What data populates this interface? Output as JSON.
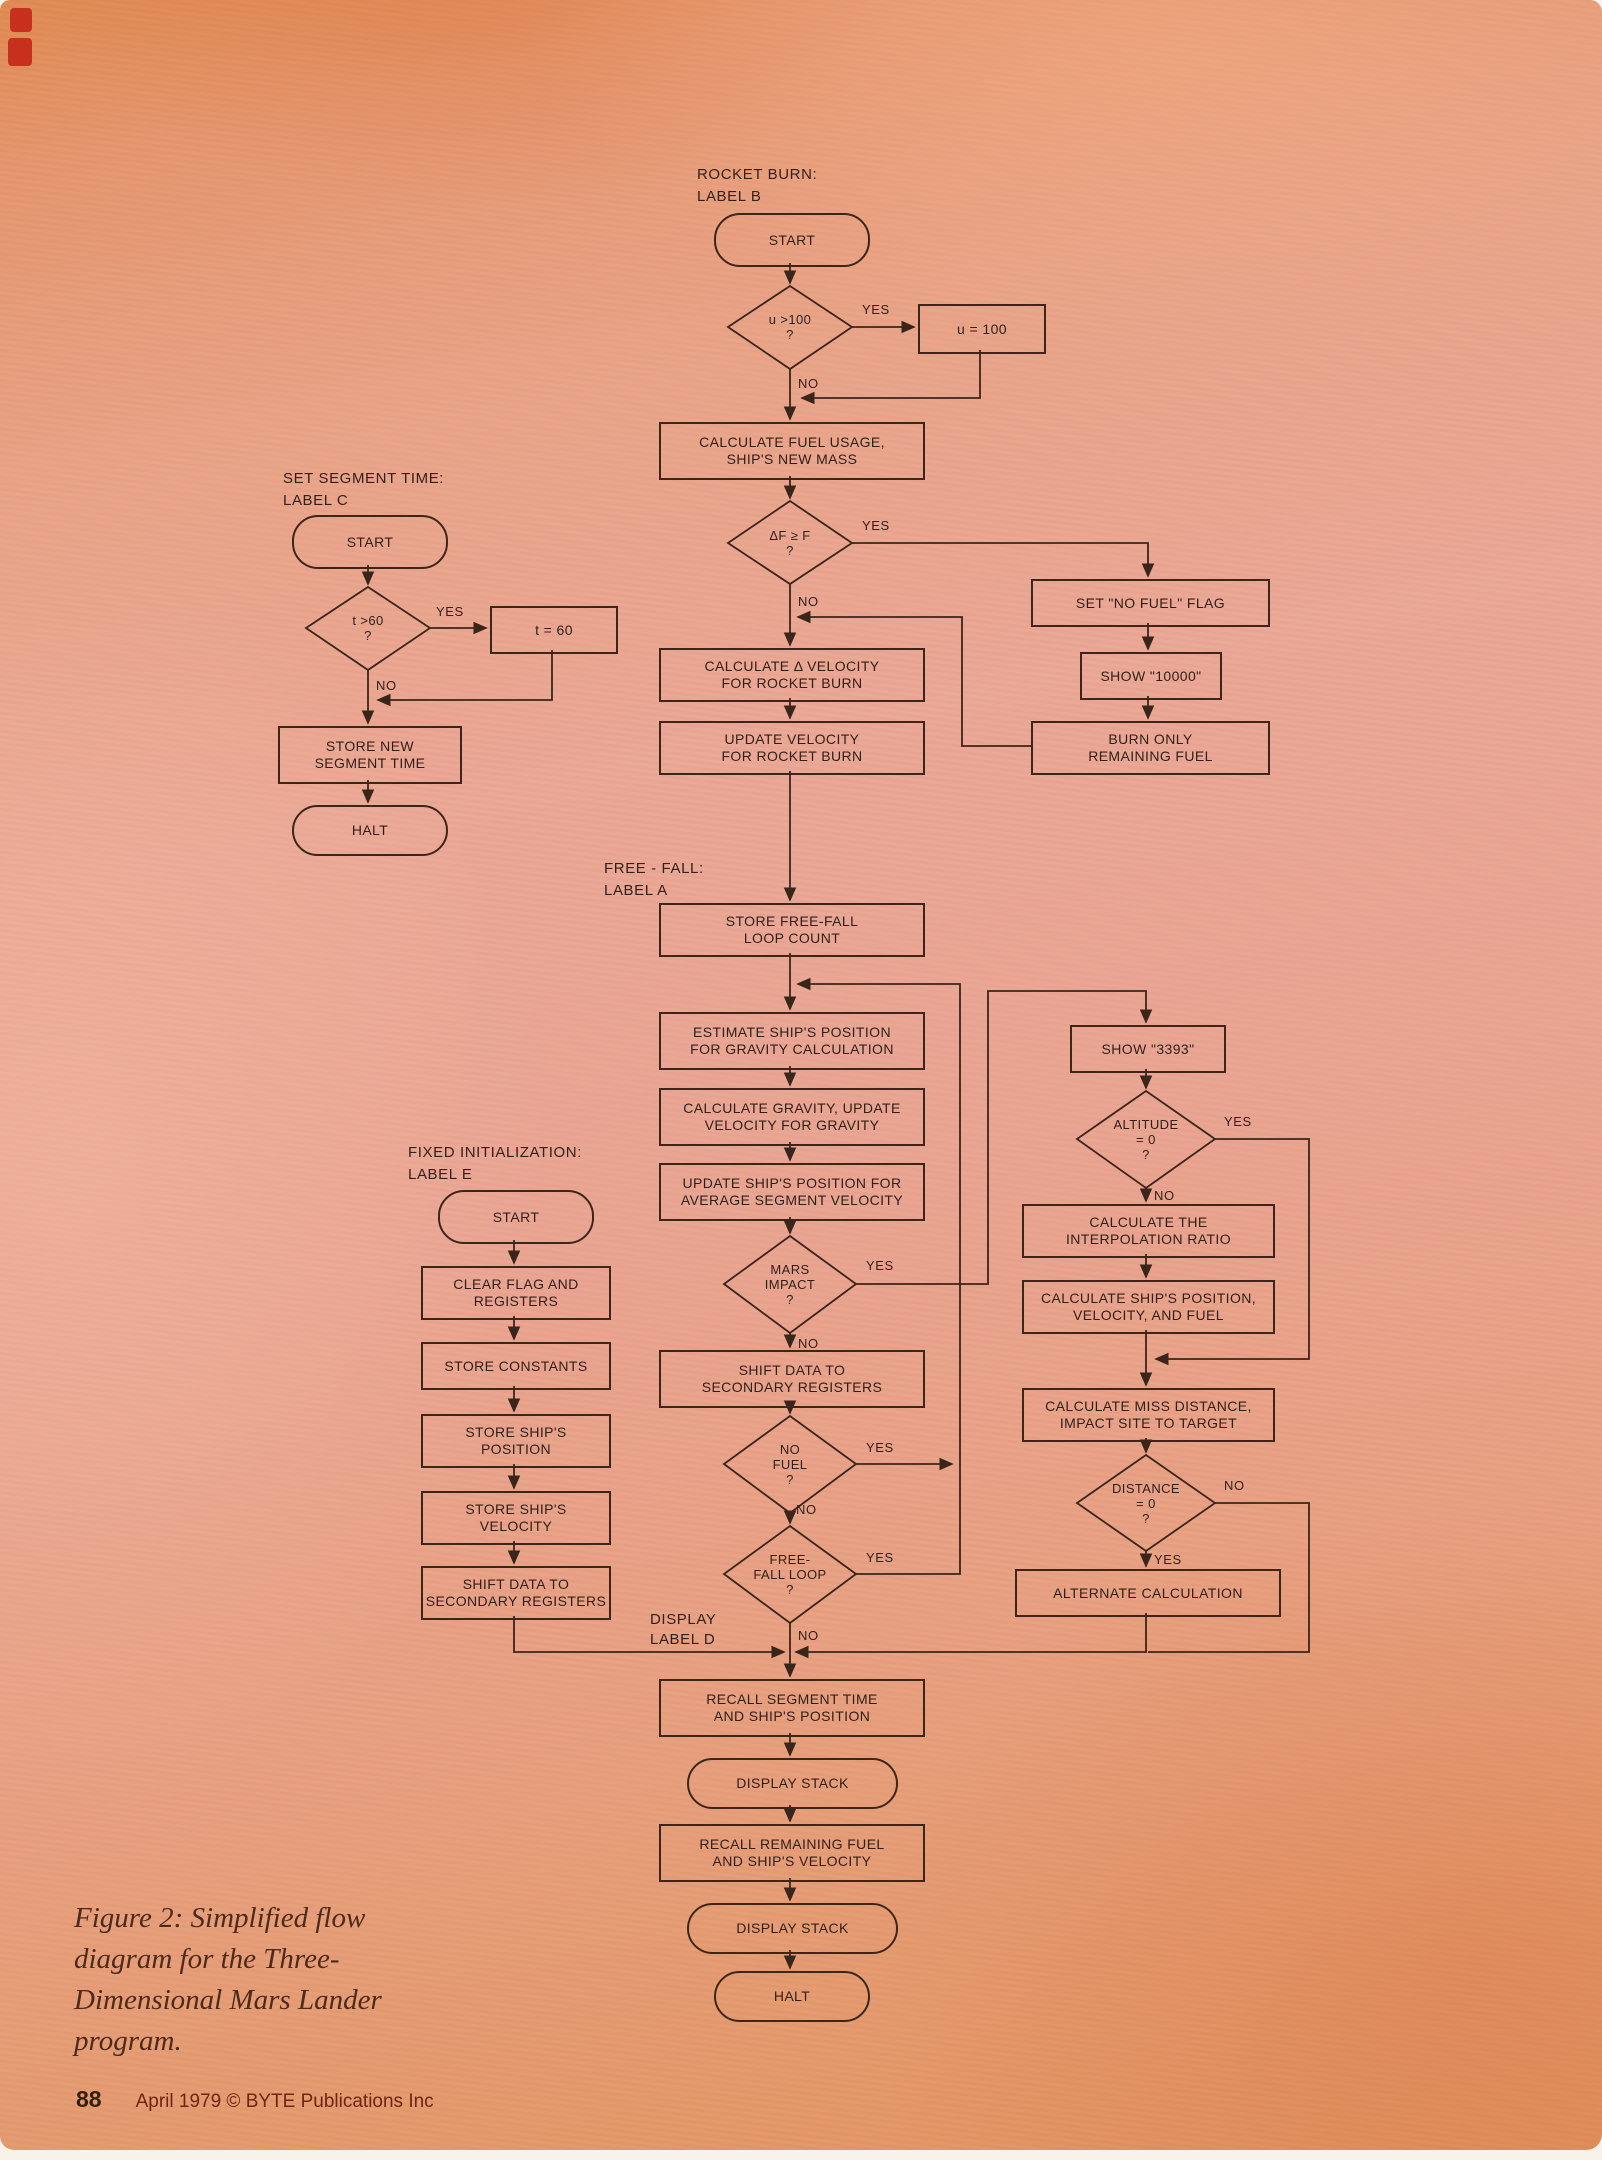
{
  "page": {
    "caption": "Figure 2: Simplified flow\ndiagram for the Three-\nDimensional Mars Lander\nprogram.",
    "page_number": "88",
    "footer": "April 1979 © BYTE Publications Inc"
  },
  "edge": {
    "yes": "YES",
    "no": "NO"
  },
  "labels": {
    "rocket_burn": "ROCKET BURN:\nLABEL B",
    "set_segment_time": "SET SEGMENT TIME:\nLABEL C",
    "free_fall": "FREE - FALL:\nLABEL A",
    "fixed_initialization": "FIXED INITIALIZATION:\nLABEL E",
    "display": "DISPLAY\nLABEL D"
  },
  "nodes": {
    "start_b": "START",
    "d_u100": "u >100\n?",
    "b_u100": "u = 100",
    "b_fuel_usage": "CALCULATE FUEL USAGE,\nSHIP'S NEW MASS",
    "d_df": "ΔF ≥ F\n?",
    "b_noflag": "SET \"NO FUEL\" FLAG",
    "b_show10000": "SHOW \"10000\"",
    "b_burnonly": "BURN ONLY\nREMAINING FUEL",
    "b_dvel": "CALCULATE Δ VELOCITY\nFOR ROCKET BURN",
    "b_updvel": "UPDATE VELOCITY\nFOR ROCKET BURN",
    "b_loopcount": "STORE FREE-FALL\nLOOP COUNT",
    "b_estpos": "ESTIMATE SHIP'S POSITION\nFOR GRAVITY CALCULATION",
    "b_gravity": "CALCULATE GRAVITY, UPDATE\nVELOCITY FOR GRAVITY",
    "b_updpos": "UPDATE SHIP'S POSITION FOR\nAVERAGE SEGMENT VELOCITY",
    "d_impact": "MARS\nIMPACT\n?",
    "b_shift_main": "SHIFT DATA TO\nSECONDARY REGISTERS",
    "d_nofuel": "NO\nFUEL\n?",
    "d_ffloop": "FREE-\nFALL LOOP\n?",
    "b_recall_seg": "RECALL SEGMENT TIME\nAND SHIP'S POSITION",
    "o_dstack1": "DISPLAY STACK",
    "b_recall_fuel": "RECALL REMAINING FUEL\nAND SHIP'S VELOCITY",
    "o_dstack2": "DISPLAY STACK",
    "o_halt_main": "HALT",
    "b_show3393": "SHOW \"3393\"",
    "d_alt": "ALTITUDE\n= 0\n?",
    "b_interp": "CALCULATE THE\nINTERPOLATION RATIO",
    "b_shipcalc": "CALCULATE SHIP'S POSITION,\nVELOCITY, AND FUEL",
    "b_miss": "CALCULATE MISS DISTANCE,\nIMPACT SITE TO TARGET",
    "d_dist": "DISTANCE\n= 0\n?",
    "b_altcalc": "ALTERNATE CALCULATION",
    "start_c": "START",
    "d_t60": "t >60\n?",
    "b_t60": "t = 60",
    "b_storeseg": "STORE NEW\nSEGMENT TIME",
    "o_halt_c": "HALT",
    "start_e": "START",
    "b_clear": "CLEAR FLAG AND\nREGISTERS",
    "b_const": "STORE CONSTANTS",
    "b_shippos": "STORE SHIP'S\nPOSITION",
    "b_shipvel": "STORE SHIP'S\nVELOCITY",
    "b_shift_e": "SHIFT DATA TO\nSECONDARY REGISTERS"
  }
}
